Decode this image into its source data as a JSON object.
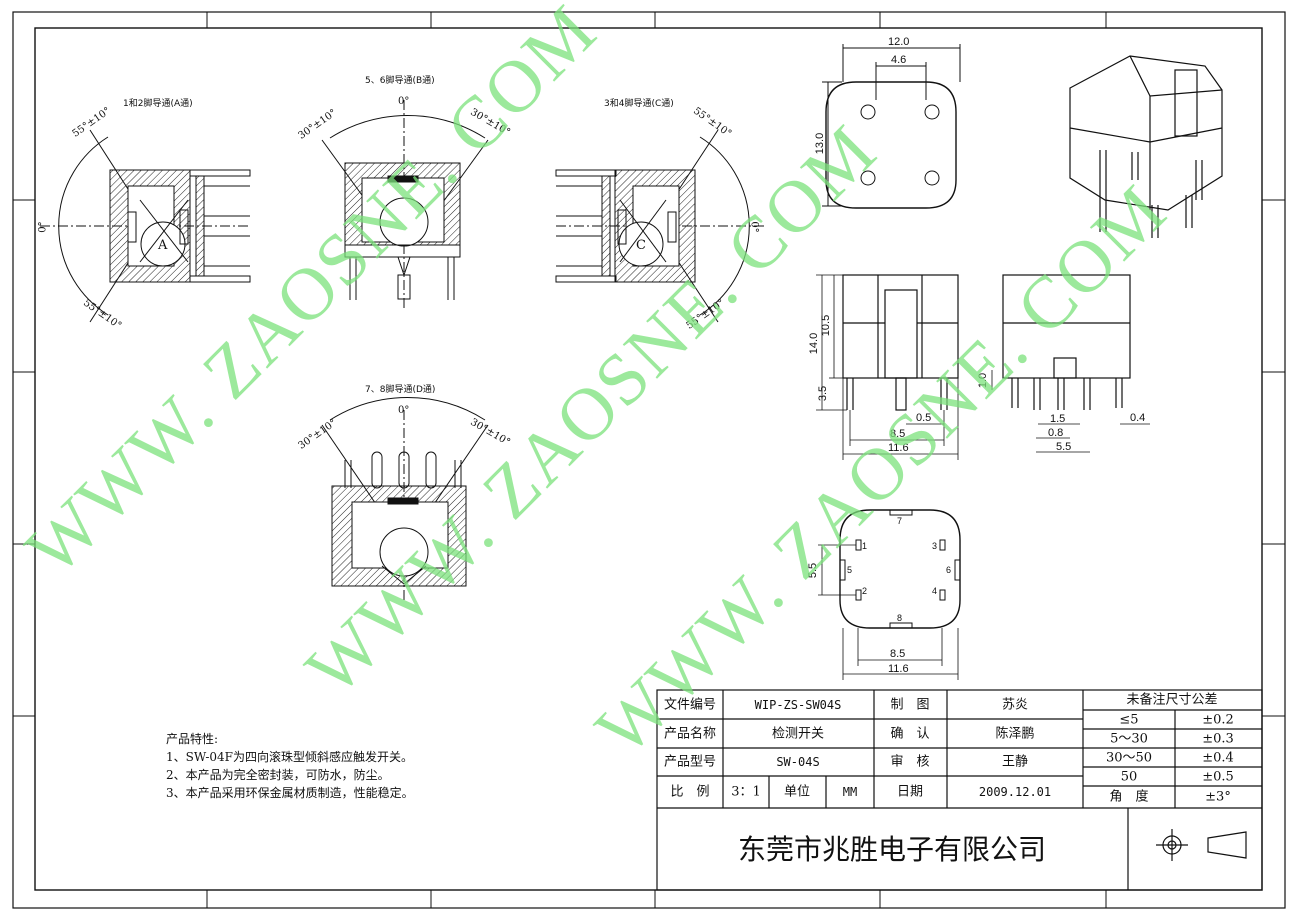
{
  "views": {
    "a_title": "1和2脚导通(A通)",
    "b_title": "5、6脚导通(B通)",
    "c_title": "3和4脚导通(C通)",
    "d_title": "7、8脚导通(D通)",
    "a_letter": "A",
    "c_letter": "C",
    "angle_55": "55°",
    "angle_30": "30°",
    "tol_10": "±10°",
    "angle_0": "0°"
  },
  "dimensions": {
    "top_width": "12.0",
    "top_pitch": "4.6",
    "top_height": "13.0",
    "front_height": "14.0",
    "front_body": "10.5",
    "front_pins": "3.5",
    "front_pin_w": "0.5",
    "front_pitch": "8.5",
    "front_width": "11.6",
    "side_1_0": "1.0",
    "side_1_5": "1.5",
    "side_0_8": "0.8",
    "side_5_5": "5.5",
    "side_0_4": "0.4",
    "bottom_5_5": "5.5",
    "bottom_8_5": "8.5",
    "bottom_11_6": "11.6",
    "pins": [
      "1",
      "2",
      "3",
      "4",
      "5",
      "6",
      "7",
      "8"
    ]
  },
  "notes": {
    "title": "产品特性:",
    "lines": [
      "1、SW-04F为四向滚珠型倾斜感应触发开关。",
      "2、本产品为完全密封装，可防水，防尘。",
      "3、本产品采用环保金属材质制造，性能稳定。"
    ]
  },
  "title_block": {
    "file_no_label": "文件编号",
    "file_no": "WIP-ZS-SW04S",
    "product_name_label": "产品名称",
    "product_name": "检测开关",
    "product_model_label": "产品型号",
    "product_model": "SW-04S",
    "scale_label": "比　例",
    "scale": "3：1",
    "unit_label": "单位",
    "unit": "MM",
    "drawn_label": "制　图",
    "drawn_by": "苏炎",
    "confirm_label": "确　认",
    "confirmed_by": "陈泽鹏",
    "review_label": "审　核",
    "reviewed_by": "王静",
    "date_label": "日期",
    "date": "2009.12.01",
    "company": "东莞市兆胜电子有限公司"
  },
  "tolerance": {
    "title": "未备注尺寸公差",
    "rows": [
      {
        "range": "≤5",
        "tol": "±0.2"
      },
      {
        "range": "5～30",
        "tol": "±0.3"
      },
      {
        "range": "30～50",
        "tol": "±0.4"
      },
      {
        "range": "50",
        "tol": "±0.5"
      },
      {
        "range": "角　度",
        "tol": "±3°"
      }
    ]
  },
  "watermark": "WWW. ZAOSNE. COM"
}
